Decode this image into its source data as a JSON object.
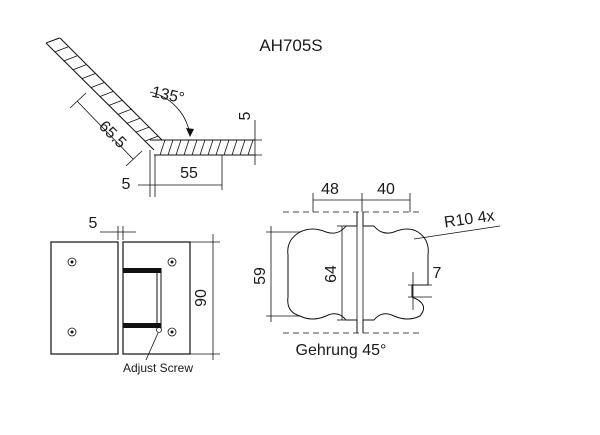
{
  "title": "AH705S",
  "top_view": {
    "angle": "135°",
    "dim_thickness_right": "5",
    "dim_diagonal": "65.5",
    "dim_thickness_left": "5",
    "dim_length": "55"
  },
  "front_view": {
    "dim_gap": "5",
    "dim_height": "90",
    "callout": "Adjust Screw"
  },
  "cutout_view": {
    "dim_left_width": "48",
    "dim_right_width": "40",
    "radius": "R10 4x",
    "dim_left_height": "59",
    "dim_center_height": "64",
    "dim_notch": "7",
    "miter": "Gehrung 45°"
  }
}
